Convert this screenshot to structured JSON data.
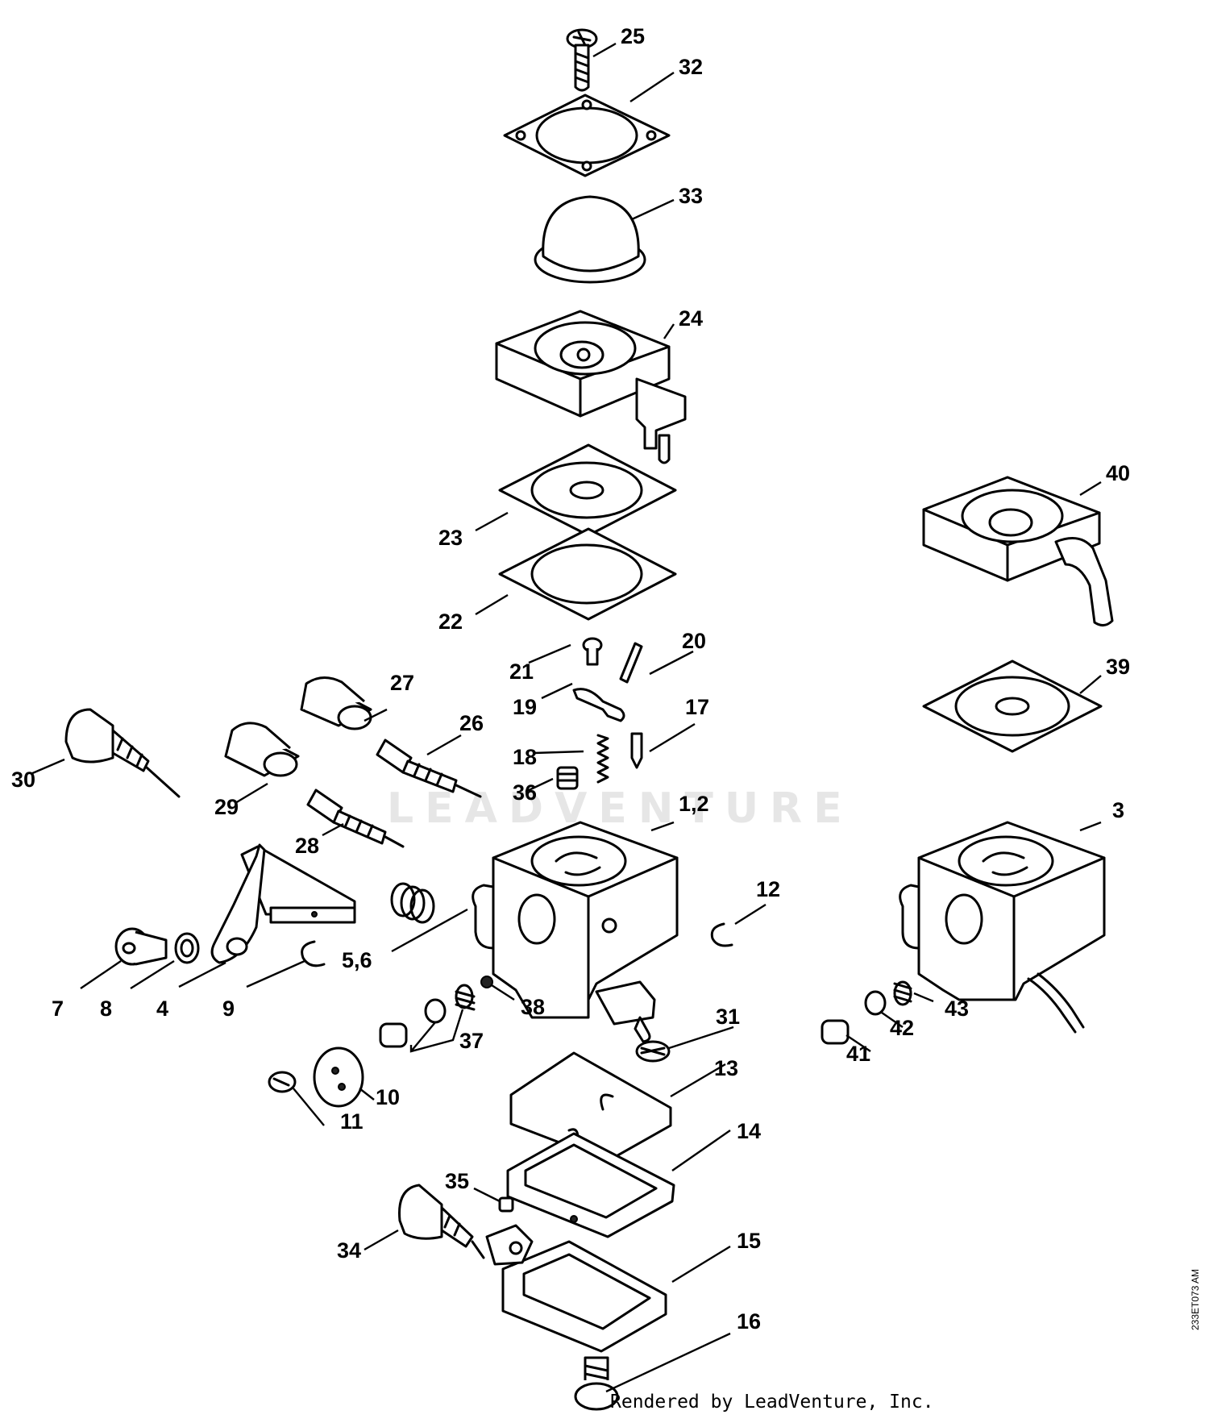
{
  "diagram": {
    "watermark": "LEADVENTURE",
    "credit": "Rendered by LeadVenture, Inc.",
    "drawing_id": "233ET073 AM",
    "callouts": [
      "25",
      "32",
      "33",
      "24",
      "40",
      "23",
      "22",
      "21",
      "20",
      "39",
      "19",
      "17",
      "27",
      "26",
      "18",
      "30",
      "36",
      "1,2",
      "3",
      "29",
      "28",
      "12",
      "5,6",
      "7",
      "8",
      "4",
      "9",
      "38",
      "31",
      "43",
      "37",
      "42",
      "41",
      "13",
      "10",
      "11",
      "14",
      "35",
      "15",
      "34",
      "16"
    ]
  }
}
